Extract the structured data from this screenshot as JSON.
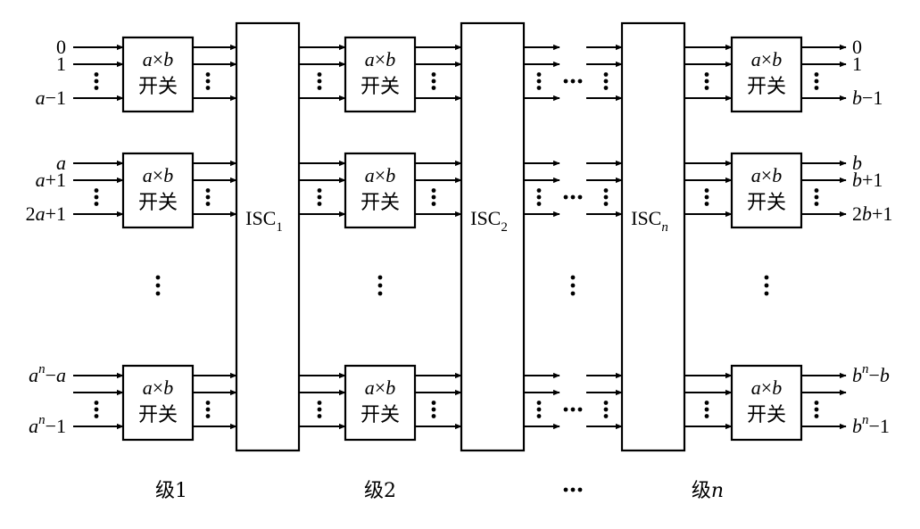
{
  "switch": {
    "line1": [
      "a",
      "×",
      "b"
    ],
    "line2": "开关"
  },
  "isc_blocks": [
    {
      "base": "ISC",
      "sub": "1"
    },
    {
      "base": "ISC",
      "sub": "2"
    },
    {
      "base": "ISC",
      "sub": "n"
    }
  ],
  "input_labels": [
    {
      "parts": [
        [
          "0",
          false
        ]
      ]
    },
    {
      "parts": [
        [
          "1",
          false
        ]
      ]
    },
    {
      "parts": [
        [
          "a",
          true
        ],
        [
          "−1",
          false
        ]
      ]
    },
    {
      "parts": [
        [
          "a",
          true
        ]
      ]
    },
    {
      "parts": [
        [
          "a",
          true
        ],
        [
          "+1",
          false
        ]
      ]
    },
    {
      "parts": [
        [
          "2",
          false
        ],
        [
          "a",
          true
        ],
        [
          "+1",
          false
        ]
      ]
    },
    {
      "parts": [
        [
          "a",
          true
        ],
        [
          "^n",
          true
        ],
        [
          "−",
          false
        ],
        [
          "a",
          true
        ]
      ]
    },
    {
      "parts": [
        [
          "a",
          true
        ],
        [
          "^n",
          true
        ],
        [
          "−1",
          false
        ]
      ]
    }
  ],
  "output_labels": [
    {
      "parts": [
        [
          "0",
          false
        ]
      ]
    },
    {
      "parts": [
        [
          "1",
          false
        ]
      ]
    },
    {
      "parts": [
        [
          "b",
          true
        ],
        [
          "−1",
          false
        ]
      ]
    },
    {
      "parts": [
        [
          "b",
          true
        ]
      ]
    },
    {
      "parts": [
        [
          "b",
          true
        ],
        [
          "+1",
          false
        ]
      ]
    },
    {
      "parts": [
        [
          "2",
          false
        ],
        [
          "b",
          true
        ],
        [
          "+1",
          false
        ]
      ]
    },
    {
      "parts": [
        [
          "b",
          true
        ],
        [
          "^n",
          true
        ],
        [
          "−",
          false
        ],
        [
          "b",
          true
        ]
      ]
    },
    {
      "parts": [
        [
          "b",
          true
        ],
        [
          "^n",
          true
        ],
        [
          "−1",
          false
        ]
      ]
    }
  ],
  "stage_labels": [
    {
      "parts": [
        [
          "级",
          false
        ],
        [
          "1",
          false
        ]
      ]
    },
    {
      "parts": [
        [
          "级",
          false
        ],
        [
          "2",
          false
        ]
      ]
    },
    {
      "parts": [
        [
          "…",
          false
        ]
      ]
    },
    {
      "parts": [
        [
          "级",
          false
        ],
        [
          "n",
          true
        ]
      ]
    }
  ]
}
